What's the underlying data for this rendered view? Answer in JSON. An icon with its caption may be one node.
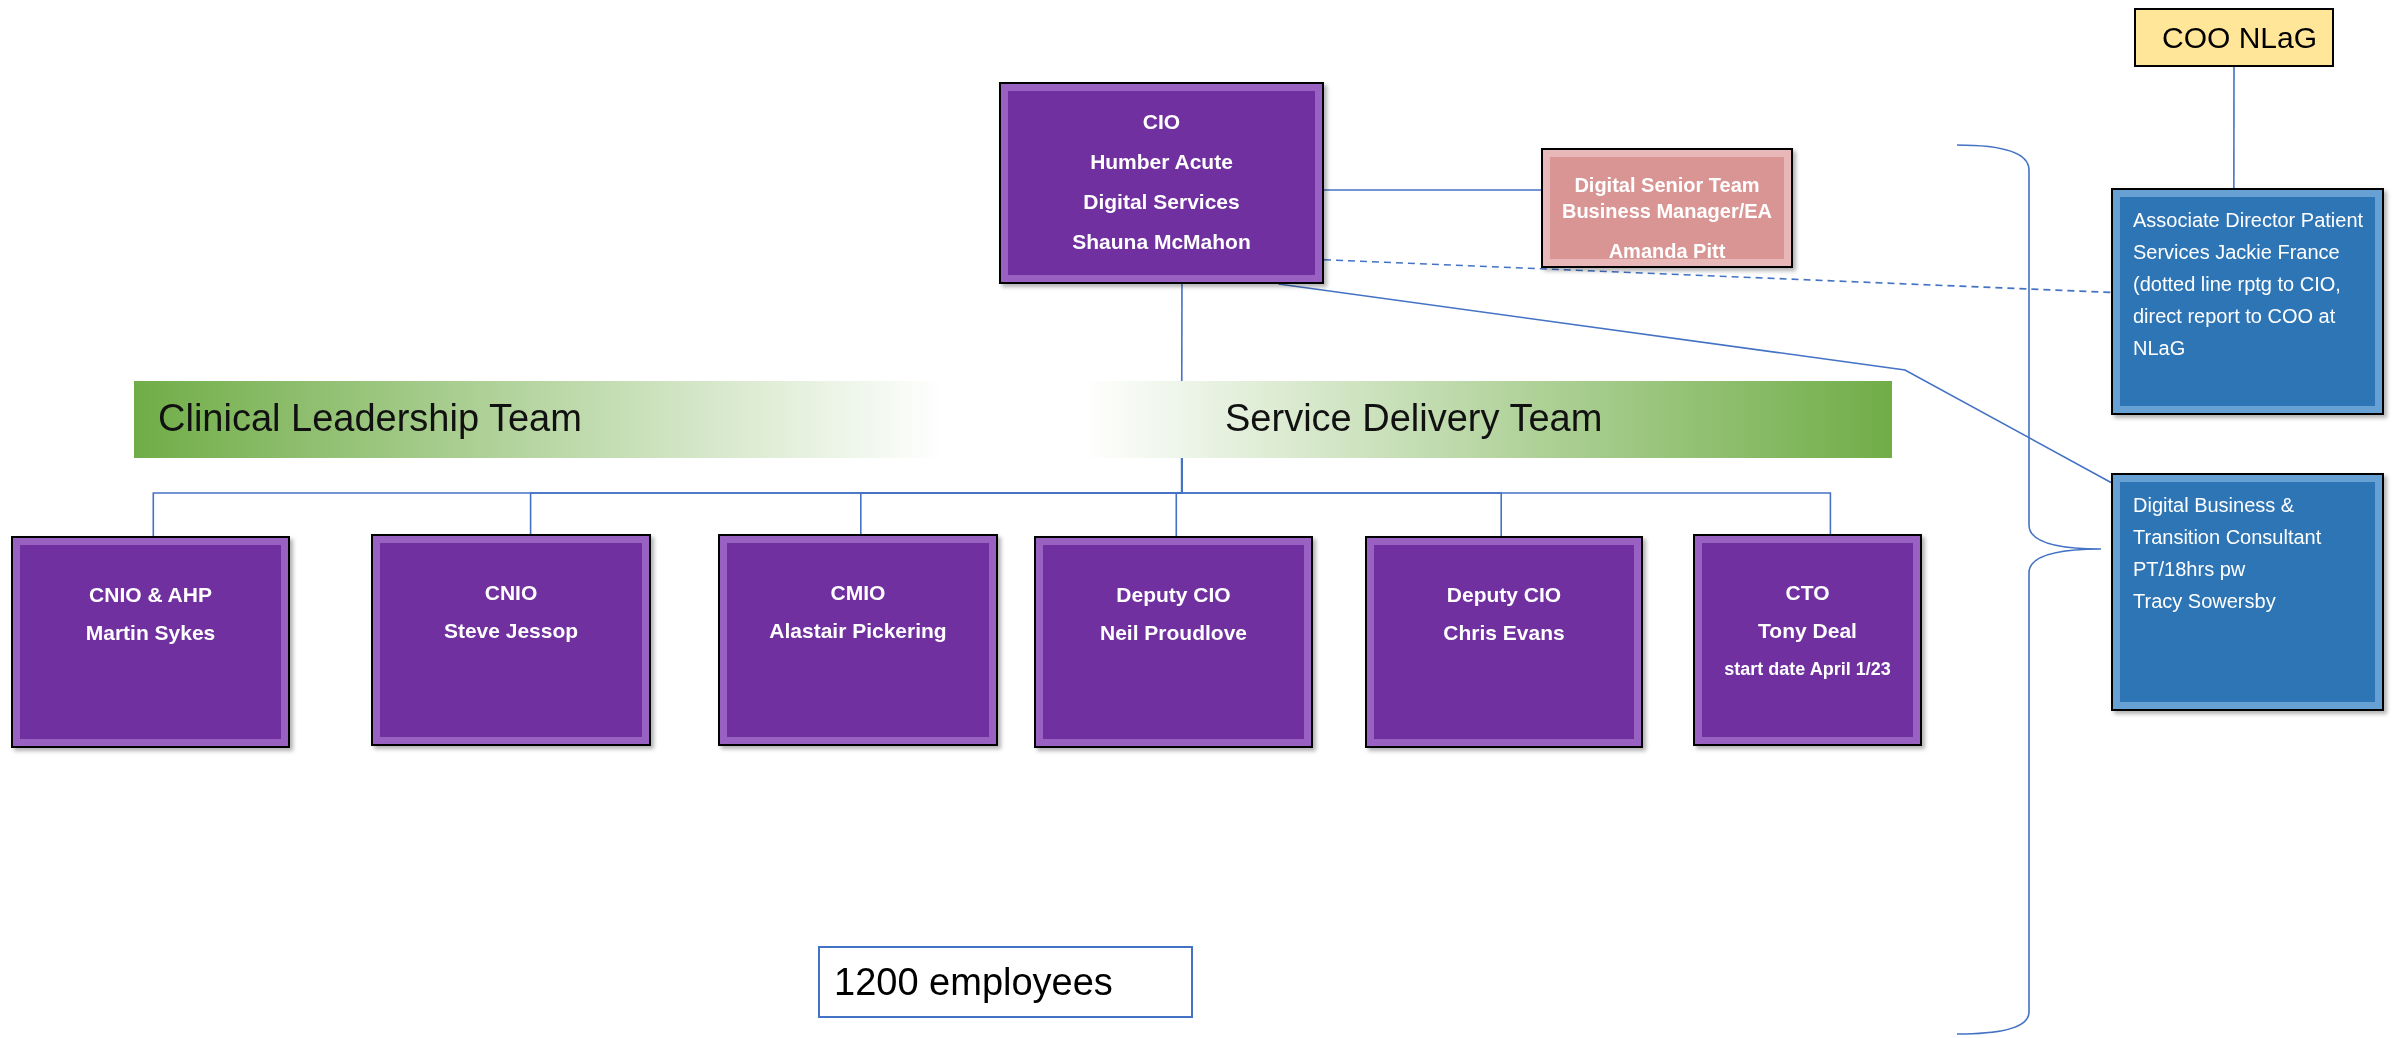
{
  "diagram": {
    "nodes": [
      {
        "text": [
          "CIO",
          "Humber Acute",
          "Digital Services",
          "Shauna McMahon"
        ]
      },
      {
        "text": [
          "Digital Senior Team Business Manager/EA",
          "Amanda Pitt"
        ]
      },
      {
        "text": [
          "COO NLaG"
        ]
      },
      {
        "text": [
          "Associate Director Patient Services Jackie France (dotted line rptg to CIO, direct report to COO at NLaG"
        ]
      },
      {
        "text": [
          "Digital Business & Transition Consultant",
          "PT/18hrs pw",
          "Tracy Sowersby"
        ]
      },
      {
        "text": [
          "Clinical Leadership Team",
          "Service Delivery Team"
        ]
      },
      {
        "text": [
          "CNIO & AHP",
          "Martin Sykes"
        ]
      },
      {
        "text": [
          "CNIO",
          "Steve Jessop"
        ]
      },
      {
        "text": [
          "CMIO",
          "Alastair Pickering"
        ]
      },
      {
        "text": [
          "Deputy CIO",
          "Neil Proudlove"
        ]
      },
      {
        "text": [
          "Deputy CIO",
          "Chris Evans"
        ]
      },
      {
        "text": [
          "CTO",
          "Tony Deal",
          "start date April 1/23"
        ]
      },
      {
        "text": [
          "1200 employees"
        ]
      }
    ],
    "edges": [
      {
        "from": 0,
        "to": 1,
        "arrow": "none"
      },
      {
        "from": 0,
        "to": 3,
        "arrow": "none",
        "style": "dashed"
      },
      {
        "from": 0,
        "to": 4,
        "arrow": "none"
      },
      {
        "from": 2,
        "to": 3,
        "arrow": "none"
      },
      {
        "from": 0,
        "to": 5,
        "arrow": "none"
      },
      {
        "from": 5,
        "to": 6,
        "arrow": "none"
      },
      {
        "from": 5,
        "to": 7,
        "arrow": "none"
      },
      {
        "from": 5,
        "to": 8,
        "arrow": "none"
      },
      {
        "from": 5,
        "to": 9,
        "arrow": "none"
      },
      {
        "from": 5,
        "to": 10,
        "arrow": "none"
      },
      {
        "from": 5,
        "to": 11,
        "arrow": "none"
      }
    ]
  }
}
